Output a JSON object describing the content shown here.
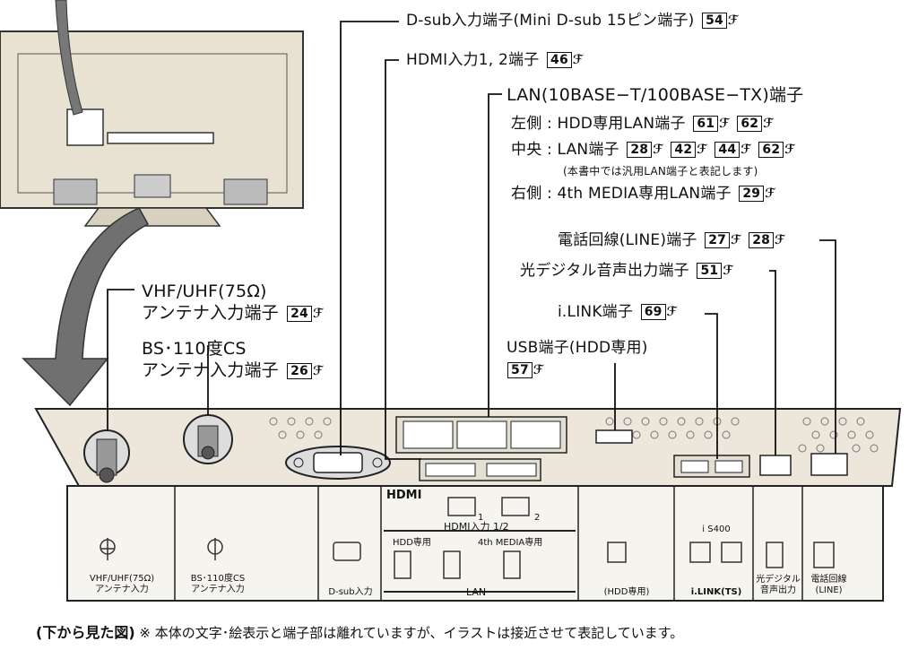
{
  "labels": {
    "dsub": {
      "text": "D-sub入力端子(Mini D-sub 15ピン端子)",
      "refs": [
        "54"
      ]
    },
    "hdmi": {
      "text": "HDMI入力1, 2端子",
      "refs": [
        "46"
      ]
    },
    "lan_title": {
      "text": "LAN(10BASE−T/100BASE−TX)端子"
    },
    "lan_left": {
      "text": "左側 : HDD専用LAN端子",
      "refs": [
        "61",
        "62"
      ]
    },
    "lan_center": {
      "text": "中央 : LAN端子",
      "refs": [
        "28",
        "42",
        "44",
        "62"
      ]
    },
    "lan_center_note": {
      "text": "(本書中では汎用LAN端子と表記します)"
    },
    "lan_right": {
      "text": "右側 : 4th MEDIA専用LAN端子",
      "refs": [
        "29"
      ]
    },
    "line": {
      "text": "電話回線(LINE)端子",
      "refs": [
        "27",
        "28"
      ]
    },
    "optical": {
      "text": "光デジタル音声出力端子",
      "refs": [
        "51"
      ]
    },
    "ilink": {
      "text": "i.LINK端子",
      "refs": [
        "69"
      ]
    },
    "usb": {
      "text": "USB端子(HDD専用)",
      "refs": [
        "57"
      ]
    },
    "vhf_1": {
      "text": "VHF/UHF(75Ω)"
    },
    "vhf_2": {
      "text": "アンテナ入力端子",
      "refs": [
        "24"
      ]
    },
    "bs_1": {
      "text": "BS･110度CS"
    },
    "bs_2": {
      "text": "アンテナ入力端子",
      "refs": [
        "26"
      ]
    }
  },
  "panel": {
    "hdmi_logo": "HDMI",
    "hdmi_port_1": "1",
    "hdmi_port_2": "2",
    "hdmi_caption": "HDMI入力 1/2",
    "lan_hdd_label": "HDD専用",
    "lan_4th_label": "4th MEDIA専用",
    "lan_caption": "LAN",
    "bay_vhf_1": "VHF/UHF(75Ω)",
    "bay_vhf_2": "アンテナ入力",
    "bay_bs_1": "BS･110度CS",
    "bay_bs_2": "アンテナ入力",
    "bay_dsub": "D-sub入力",
    "bay_usb": "(HDD専用)",
    "bay_ilink_top": "i S400",
    "bay_ilink": "i.LINK(TS)",
    "bay_optical_1": "光デジタル",
    "bay_optical_2": "音声出力",
    "bay_line_1": "電話回線",
    "bay_line_2": "(LINE)"
  },
  "caption": {
    "bold": "(下から見た図)",
    "note": "※ 本体の文字･絵表示と端子部は離れていますが、イラストは接近させて表記しています。"
  },
  "colors": {
    "panel_fill": "#ece7da",
    "panel_dark": "#c9c2b1",
    "arrow_fill": "#6f6f6f",
    "line": "#111111"
  }
}
